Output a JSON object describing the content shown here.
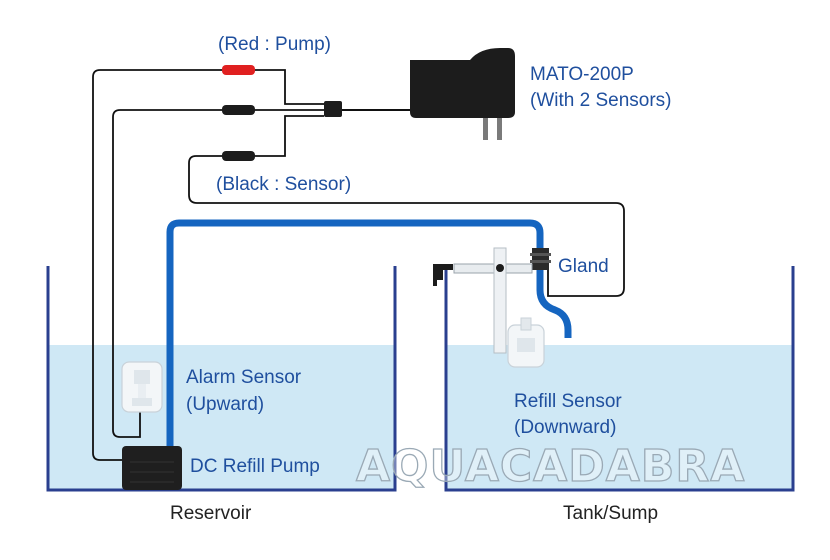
{
  "labels": {
    "red_pump": "(Red : Pump)",
    "black_sensor": "(Black : Sensor)",
    "product_name": "MATO-200P",
    "product_note": "(With 2 Sensors)",
    "gland": "Gland",
    "alarm_sensor": "Alarm Sensor",
    "alarm_direction": "(Upward)",
    "refill_sensor": "Refill Sensor",
    "refill_direction": "(Downward)",
    "dc_pump": "DC Refill Pump",
    "reservoir": "Reservoir",
    "tank": "Tank/Sump"
  },
  "watermark": "AQUACADABRA",
  "colors": {
    "label_blue": "#1f4f9e",
    "water": "#cfe8f5",
    "tank_wall": "#2a3f8f",
    "hose": "#1565c0",
    "red_connector": "#e02020",
    "wire": "#111111"
  }
}
